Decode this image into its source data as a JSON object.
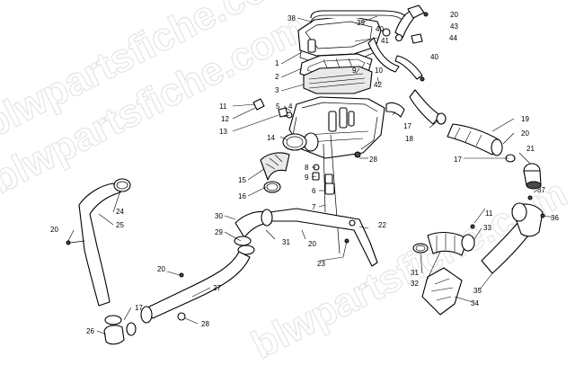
{
  "watermark": "blwpartsfiche.com",
  "callouts": [
    {
      "id": "c38",
      "label": "38"
    },
    {
      "id": "c39",
      "label": "39"
    },
    {
      "id": "c20a",
      "label": "20"
    },
    {
      "id": "c40a",
      "label": "40"
    },
    {
      "id": "c43",
      "label": "43"
    },
    {
      "id": "c41",
      "label": "41"
    },
    {
      "id": "c44",
      "label": "44"
    },
    {
      "id": "c40b",
      "label": "40"
    },
    {
      "id": "c1",
      "label": "1"
    },
    {
      "id": "c9a",
      "label": "9"
    },
    {
      "id": "c10",
      "label": "10"
    },
    {
      "id": "c2",
      "label": "2"
    },
    {
      "id": "c42",
      "label": "42"
    },
    {
      "id": "c3",
      "label": "3"
    },
    {
      "id": "c11a",
      "label": "11"
    },
    {
      "id": "c5",
      "label": "5"
    },
    {
      "id": "c4",
      "label": "4"
    },
    {
      "id": "c12",
      "label": "12"
    },
    {
      "id": "c19",
      "label": "19"
    },
    {
      "id": "c13",
      "label": "13"
    },
    {
      "id": "c17a",
      "label": "17"
    },
    {
      "id": "c20b",
      "label": "20"
    },
    {
      "id": "c18",
      "label": "18"
    },
    {
      "id": "c14",
      "label": "14"
    },
    {
      "id": "c21",
      "label": "21"
    },
    {
      "id": "c17b",
      "label": "17"
    },
    {
      "id": "c28a",
      "label": "28"
    },
    {
      "id": "c8",
      "label": "8"
    },
    {
      "id": "c9b",
      "label": "9"
    },
    {
      "id": "c15",
      "label": "15"
    },
    {
      "id": "c6",
      "label": "6"
    },
    {
      "id": "c37",
      "label": "37"
    },
    {
      "id": "c16",
      "label": "16"
    },
    {
      "id": "c24",
      "label": "24"
    },
    {
      "id": "c7",
      "label": "7"
    },
    {
      "id": "c11b",
      "label": "11"
    },
    {
      "id": "c30",
      "label": "30"
    },
    {
      "id": "c36",
      "label": "36"
    },
    {
      "id": "c22",
      "label": "22"
    },
    {
      "id": "c33",
      "label": "33"
    },
    {
      "id": "c20c",
      "label": "20"
    },
    {
      "id": "c25",
      "label": "25"
    },
    {
      "id": "c29",
      "label": "29"
    },
    {
      "id": "c20d",
      "label": "20"
    },
    {
      "id": "c31a",
      "label": "31"
    },
    {
      "id": "c23",
      "label": "23"
    },
    {
      "id": "c20e",
      "label": "20"
    },
    {
      "id": "c31b",
      "label": "31"
    },
    {
      "id": "c32",
      "label": "32"
    },
    {
      "id": "c35",
      "label": "35"
    },
    {
      "id": "c27",
      "label": "27"
    },
    {
      "id": "c34",
      "label": "34"
    },
    {
      "id": "c17c",
      "label": "17"
    },
    {
      "id": "c26",
      "label": "26"
    },
    {
      "id": "c28b",
      "label": "28"
    }
  ]
}
